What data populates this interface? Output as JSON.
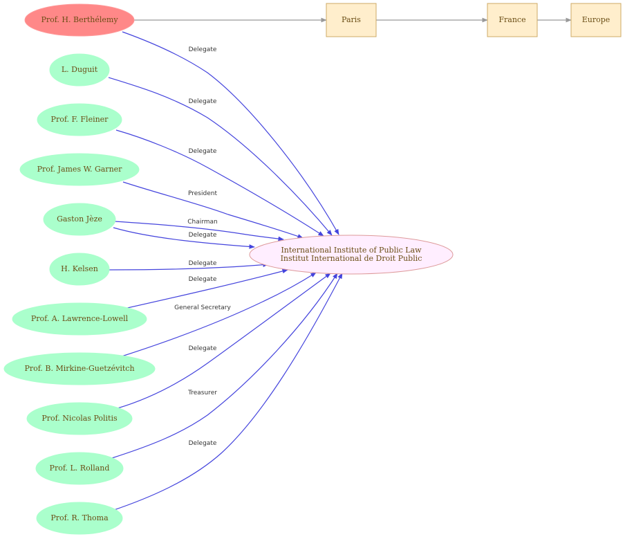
{
  "diagram": {
    "persons": [
      {
        "id": "berthelemy",
        "label": "Prof. H. Berthélemy",
        "role": "Delegate",
        "highlight": true
      },
      {
        "id": "duguit",
        "label": "L. Duguit",
        "role": "Delegate"
      },
      {
        "id": "fleiner",
        "label": "Prof. F. Fleiner",
        "role": "Delegate"
      },
      {
        "id": "garner",
        "label": "Prof. James W. Garner",
        "role": "President"
      },
      {
        "id": "jeze",
        "label": "Gaston Jèze",
        "roles": [
          "Chairman",
          "Delegate"
        ]
      },
      {
        "id": "kelsen",
        "label": "H. Kelsen",
        "role": "Delegate"
      },
      {
        "id": "lawrence",
        "label": "Prof. A. Lawrence-Lowell",
        "role": "Delegate"
      },
      {
        "id": "mirkine",
        "label": "Prof. B. Mirkine-Guetzévitch",
        "role": "General Secretary"
      },
      {
        "id": "politis",
        "label": "Prof. Nicolas Politis",
        "role": "Delegate"
      },
      {
        "id": "rolland",
        "label": "Prof. L. Rolland",
        "role": "Treasurer"
      },
      {
        "id": "thoma",
        "label": "Prof. R. Thoma",
        "role": "Delegate"
      }
    ],
    "organization": {
      "line1": "International Institute of Public Law",
      "line2": "Institut International de Droit Public"
    },
    "places": [
      "Paris",
      "France",
      "Europe"
    ],
    "colors": {
      "person_fill": "#aaffcc",
      "highlight_fill": "#ff8888",
      "org_fill": "#ffeeff",
      "place_fill": "#ffeecc",
      "edge": "#4444dd",
      "place_edge": "#999999",
      "text": "#6b4e16"
    }
  }
}
